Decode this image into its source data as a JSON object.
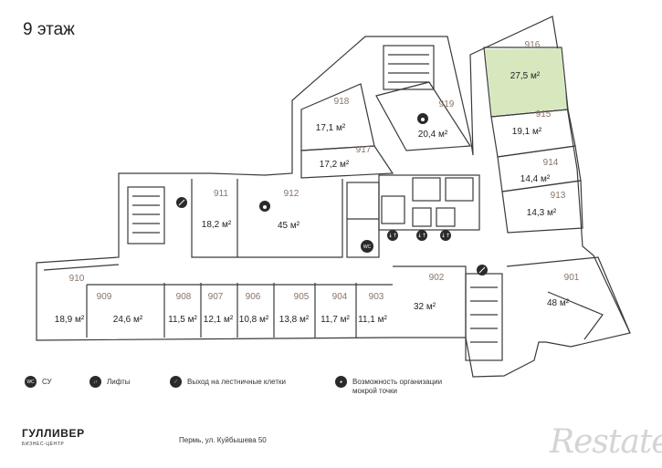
{
  "floor_title": "9 этаж",
  "highlight_color": "#d7e8bf",
  "rooms": [
    {
      "number": "916",
      "area": "27,5 м²",
      "highlighted": true
    },
    {
      "number": "915",
      "area": "19,1 м²"
    },
    {
      "number": "914",
      "area": "14,4 м²"
    },
    {
      "number": "913",
      "area": "14,3 м²"
    },
    {
      "number": "919",
      "area": "20,4 м²"
    },
    {
      "number": "918",
      "area": "17,1 м²"
    },
    {
      "number": "917",
      "area": "17,2 м²"
    },
    {
      "number": "911",
      "area": "18,2 м²"
    },
    {
      "number": "912",
      "area": "45 м²"
    },
    {
      "number": "910",
      "area": "18,9 м²"
    },
    {
      "number": "909",
      "area": "24,6 м²"
    },
    {
      "number": "908",
      "area": "11,5 м²"
    },
    {
      "number": "907",
      "area": "12,1 м²"
    },
    {
      "number": "906",
      "area": "10,8 м²"
    },
    {
      "number": "905",
      "area": "13,8 м²"
    },
    {
      "number": "904",
      "area": "11,7 м²"
    },
    {
      "number": "903",
      "area": "11,1 м²"
    },
    {
      "number": "902",
      "area": "32 м²"
    },
    {
      "number": "901",
      "area": "48 м²"
    }
  ],
  "icons": {
    "wc": "WC",
    "lift": "↓↑"
  },
  "legend": [
    {
      "icon": "wc-icon",
      "glyph": "WC",
      "label": "СУ"
    },
    {
      "icon": "lift-icon",
      "glyph": "↓↑",
      "label": "Лифты"
    },
    {
      "icon": "stairs-icon",
      "glyph": "⟋",
      "label": "Выход на лестничные клетки"
    },
    {
      "icon": "water-drop-icon",
      "glyph": "●",
      "label": "Возможность организации мокрой точки"
    }
  ],
  "brand": {
    "name": "ГУЛЛИВЕР",
    "subtitle": "БИЗНЕС-ЦЕНТР"
  },
  "address": "Пермь, ул. Куйбышева 50",
  "watermark": "Restate"
}
